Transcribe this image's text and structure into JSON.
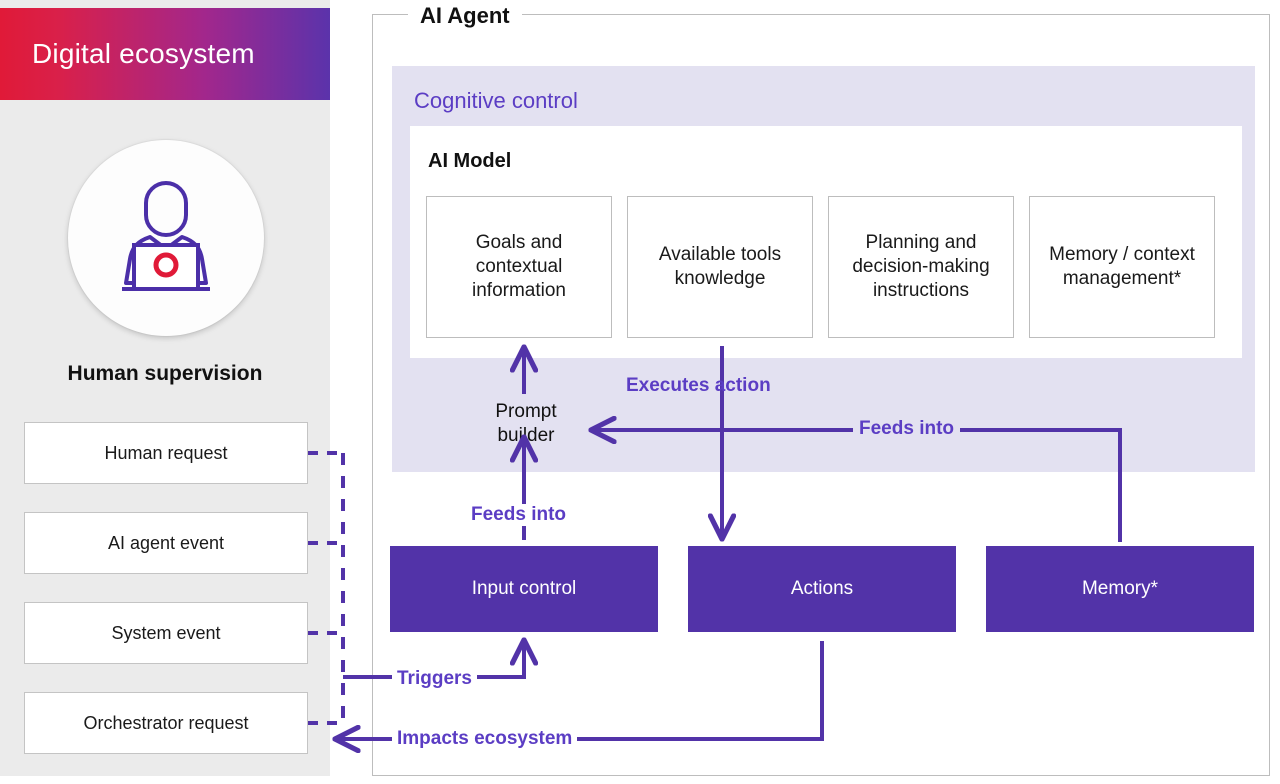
{
  "colors": {
    "purple": "#5233a8",
    "purple_text": "#5b3dc4",
    "lavender_band": "#e3e1f1",
    "sidebar_bg": "#ebebeb",
    "gradient_from": "#e01a38",
    "gradient_to": "#5b33ab",
    "box_border": "#bdbdbd"
  },
  "sidebar": {
    "header_title": "Digital ecosystem",
    "avatar_icon": "person-at-laptop-icon",
    "subtitle": "Human supervision",
    "items": [
      {
        "label": "Human request"
      },
      {
        "label": "AI agent event"
      },
      {
        "label": "System event"
      },
      {
        "label": "Orchestrator request"
      }
    ]
  },
  "agent": {
    "legend": "AI Agent",
    "cognitive_control_label": "Cognitive control",
    "ai_model_title": "AI Model",
    "model_boxes": [
      {
        "label": "Goals and contextual information"
      },
      {
        "label": "Available tools knowledge"
      },
      {
        "label": "Planning and decision-making instructions"
      },
      {
        "label": "Memory / context management*"
      }
    ],
    "prompt_builder_label": "Prompt builder",
    "bottom_boxes": [
      {
        "label": "Input control"
      },
      {
        "label": "Actions"
      },
      {
        "label": "Memory*"
      }
    ]
  },
  "flows": [
    {
      "id": "executes-action",
      "label": "Executes action"
    },
    {
      "id": "feeds-into-memory",
      "label": "Feeds into"
    },
    {
      "id": "feeds-into-input",
      "label": "Feeds into"
    },
    {
      "id": "triggers",
      "label": "Triggers"
    },
    {
      "id": "impacts-ecosystem",
      "label": "Impacts ecosystem"
    }
  ]
}
